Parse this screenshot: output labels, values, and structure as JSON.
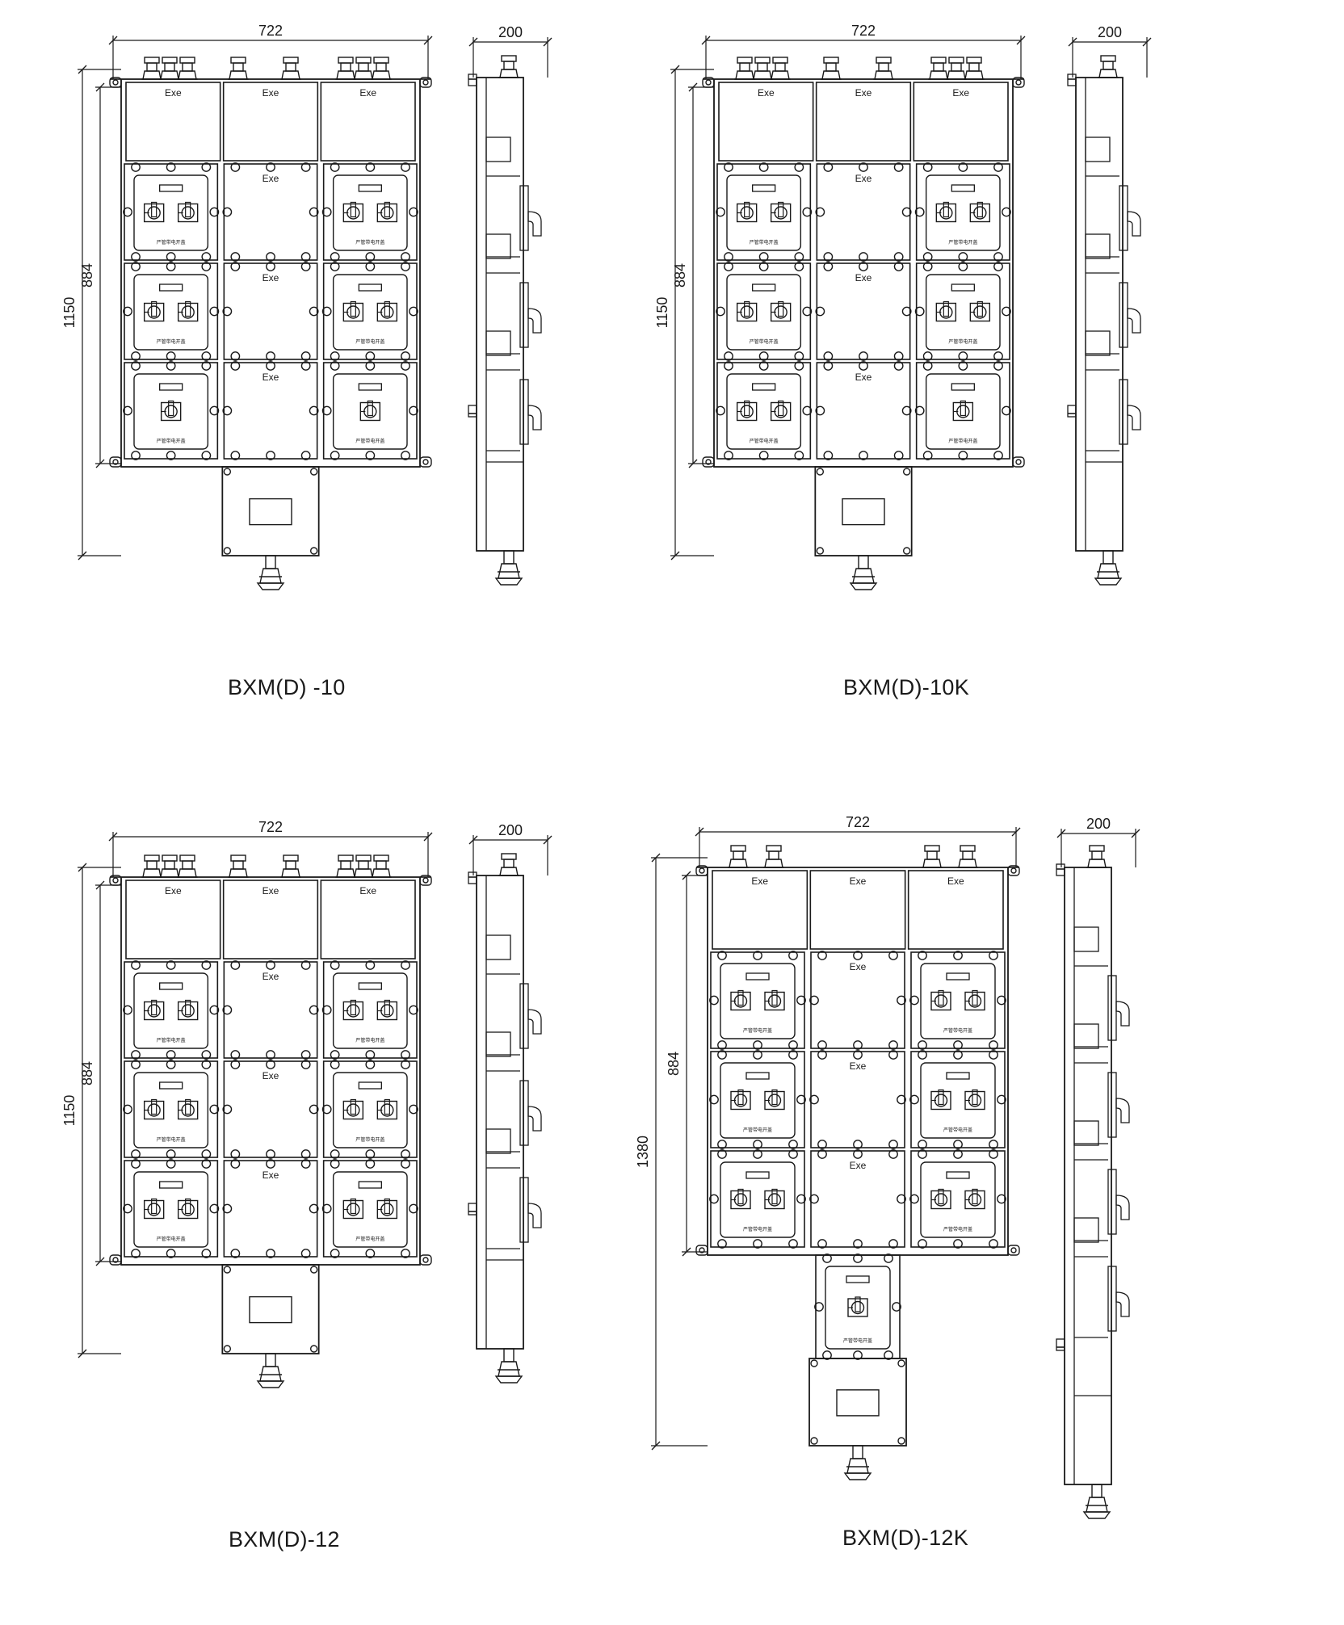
{
  "captions": {
    "d10": "BXM(D) -10",
    "d10k": "BXM(D)-10K",
    "d12": "BXM(D)-12",
    "d12k": "BXM(D)-12K"
  },
  "dimensions": {
    "width": "722",
    "depth": "200",
    "inner_height": "884",
    "height_1150": "1150",
    "height_1380": "1380"
  },
  "module_label": "Exe",
  "switch_label": "严管带电开盖",
  "colors": {
    "line": "#1a1a1a",
    "background": "#ffffff"
  }
}
